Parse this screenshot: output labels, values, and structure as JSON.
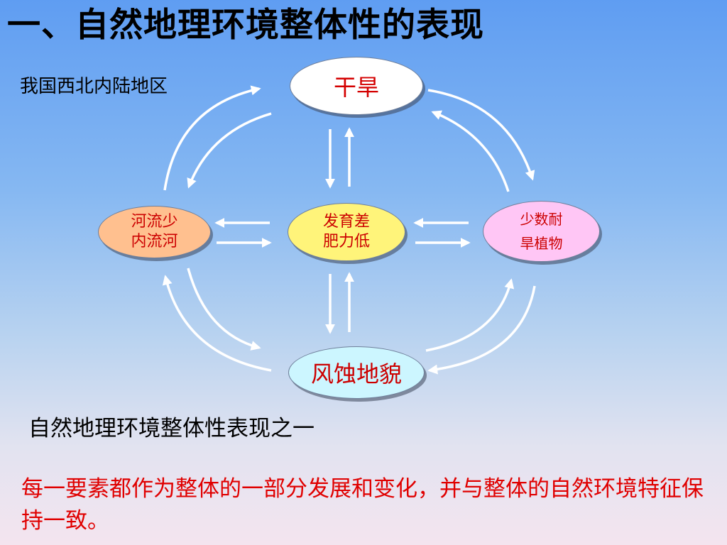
{
  "slide": {
    "title": "一、自然地理环境整体性的表现",
    "region_label": "我国西北内陆地区",
    "caption": "自然地理环境整体性表现之一",
    "conclusion": "每一要素都作为整体的一部分发展和变化，并与整体的自然环境特征保持一致。"
  },
  "diagram": {
    "nodes": {
      "drought": {
        "lines": [
          "干旱"
        ],
        "color": "#ffffff"
      },
      "rivers": {
        "lines": [
          "河流少",
          "内流河"
        ],
        "color": "#ffc08f"
      },
      "soil": {
        "lines": [
          "发育差",
          "肥力低"
        ],
        "color": "#fff47a"
      },
      "plants": {
        "lines": [
          "少数耐",
          "旱植物"
        ],
        "color": "#ffc6f5"
      },
      "landform": {
        "lines": [
          "风蚀地貌"
        ],
        "color": "#ccf6ff"
      }
    },
    "arrow_color": "#ffffff",
    "text_color": "#cc0000"
  }
}
